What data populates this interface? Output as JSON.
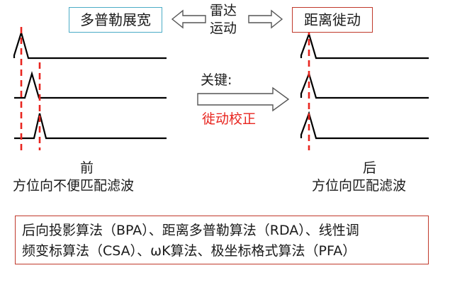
{
  "labels": {
    "doppler_spread": "多普勒展宽",
    "radar_line1": "雷达",
    "radar_line2": "运动",
    "range_migration": "距离徙动",
    "key_label": "关键:",
    "key_value": "徙动校正",
    "before_title": "前",
    "before_caption": "方位向不便匹配滤波",
    "after_title": "后",
    "after_caption": "方位向匹配滤波"
  },
  "algorithms": {
    "line1": "后向投影算法（BPA）、距离多普勒算法（RDA）、线性调",
    "line2": "频变标算法（CSA）、ωK算法、极坐标格式算法（PFA）"
  },
  "colors": {
    "text": "#1a1a1a",
    "accent_red": "#e8251f",
    "box_cyan": "#4bacc6",
    "box_red": "#c0392b"
  },
  "icons": [
    "double-arrow-left-icon",
    "double-arrow-right-icon",
    "right-arrow-icon"
  ]
}
